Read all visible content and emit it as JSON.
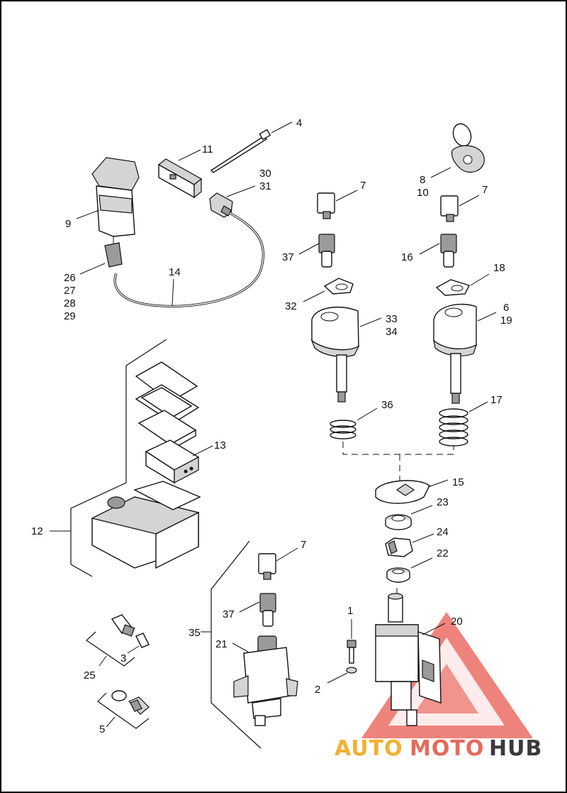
{
  "labels": {
    "l1": "1",
    "l2": "2",
    "l3": "3",
    "l4": "4",
    "l5": "5",
    "l6": "6",
    "l7a": "7",
    "l7b": "7",
    "l7c": "7",
    "l8": "8",
    "l9": "9",
    "l10": "10",
    "l11": "11",
    "l12": "12",
    "l13": "13",
    "l14": "14",
    "l15": "15",
    "l16": "16",
    "l17": "17",
    "l18": "18",
    "l19": "19",
    "l20": "20",
    "l21": "21",
    "l22": "22",
    "l23": "23",
    "l24": "24",
    "l25": "25",
    "l26": "26",
    "l27": "27",
    "l28": "28",
    "l29": "29",
    "l30": "30",
    "l31": "31",
    "l32": "32",
    "l33": "33",
    "l34": "34",
    "l35": "35",
    "l36": "36",
    "l37a": "37",
    "l37b": "37"
  },
  "watermark": {
    "part1": "AUTO",
    "part2": "MOTO",
    "part3": "HUB",
    "color_primary": "#f2b132",
    "color_secondary": "#e66a5a",
    "color_dark": "#3a3a3a"
  }
}
